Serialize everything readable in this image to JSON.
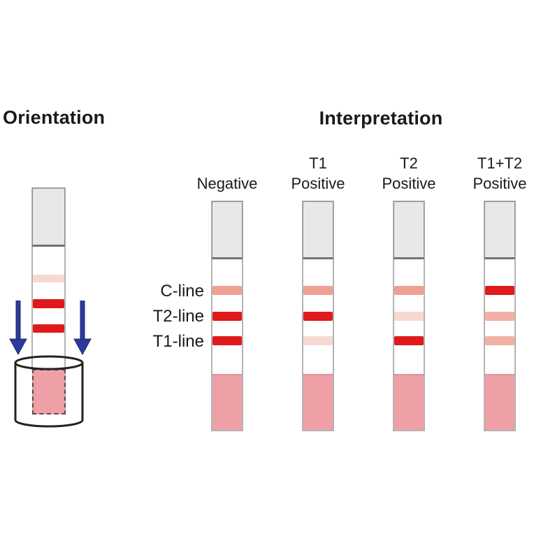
{
  "titles": {
    "orientation": "Orientation",
    "interpretation": "Interpretation"
  },
  "colors": {
    "strong_red": "#e01a1c",
    "medium_salmon": "#efa092",
    "faint_pink": "#f8d8d2",
    "light_salmon": "#f1b0a4",
    "pad_gray": "#e8e8e7",
    "pad_pink": "#efa0a7",
    "arrow_blue": "#2b3a9b"
  },
  "orientation_figure": {
    "strip_lines": [
      {
        "name": "upper-faint-line",
        "intensity": "faint_pink"
      },
      {
        "name": "middle-red-line",
        "intensity": "strong_red"
      },
      {
        "name": "lower-red-line",
        "intensity": "strong_red"
      }
    ]
  },
  "line_labels": [
    {
      "label": "C-line"
    },
    {
      "label": "T2-line"
    },
    {
      "label": "T1-line"
    }
  ],
  "columns": [
    {
      "label_top": "",
      "label_bottom": "Negative",
      "lines": {
        "c": "medium_salmon",
        "t2": "strong_red",
        "t1": "strong_red"
      }
    },
    {
      "label_top": "T1",
      "label_bottom": "Positive",
      "lines": {
        "c": "medium_salmon",
        "t2": "strong_red",
        "t1": "faint_pink"
      }
    },
    {
      "label_top": "T2",
      "label_bottom": "Positive",
      "lines": {
        "c": "medium_salmon",
        "t2": "faint_pink",
        "t1": "strong_red"
      }
    },
    {
      "label_top": "T1+T2",
      "label_bottom": "Positive",
      "lines": {
        "c": "strong_red",
        "t2": "light_salmon",
        "t1": "light_salmon"
      }
    }
  ]
}
